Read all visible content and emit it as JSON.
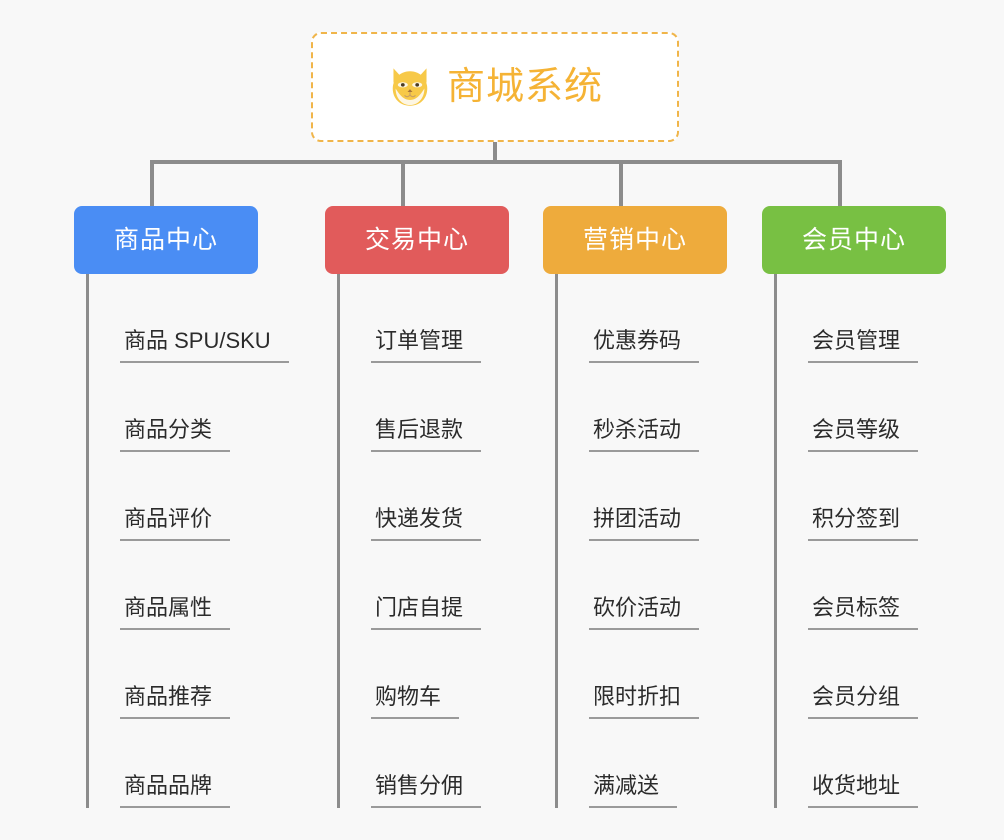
{
  "canvas": {
    "background": "#f8f8f8",
    "connector_color": "#8c8c8c",
    "leaf_rule_color": "#9a9a9a",
    "leaf_text_color": "#2b2b2b"
  },
  "root": {
    "title": "商城系统",
    "icon": "shiba-dog-face-icon",
    "text_color": "#f5b335",
    "border_color": "#f0b54a",
    "background": "#ffffff"
  },
  "branches": [
    {
      "label": "商品中心",
      "color": "#4a8df4",
      "leaves": [
        "商品 SPU/SKU",
        "商品分类",
        "商品评价",
        "商品属性",
        "商品推荐",
        "商品品牌"
      ]
    },
    {
      "label": "交易中心",
      "color": "#e15b5b",
      "leaves": [
        "订单管理",
        "售后退款",
        "快递发货",
        "门店自提",
        "购物车",
        "销售分佣"
      ]
    },
    {
      "label": "营销中心",
      "color": "#eeab3c",
      "leaves": [
        "优惠券码",
        "秒杀活动",
        "拼团活动",
        "砍价活动",
        "限时折扣",
        "满减送"
      ]
    },
    {
      "label": "会员中心",
      "color": "#78c043",
      "leaves": [
        "会员管理",
        "会员等级",
        "积分签到",
        "会员标签",
        "会员分组",
        "收货地址"
      ]
    }
  ]
}
